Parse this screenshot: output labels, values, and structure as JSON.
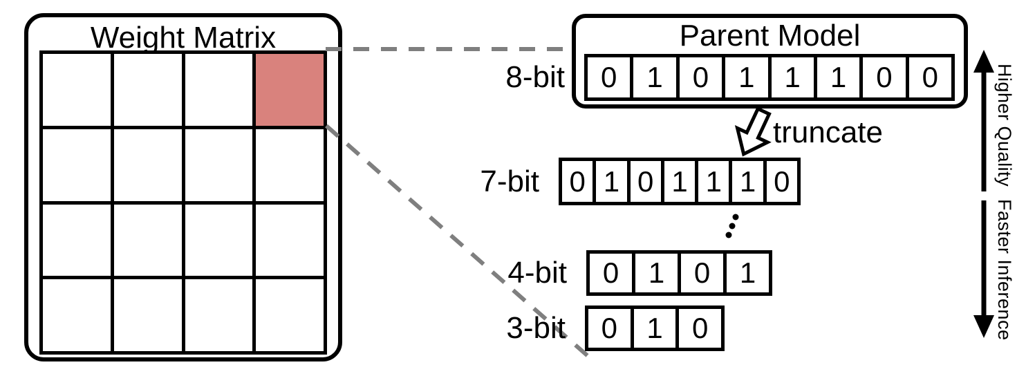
{
  "weight_matrix": {
    "title": "Weight Matrix",
    "rows": 4,
    "cols": 4,
    "highlighted_cell": {
      "row": 0,
      "col": 3
    },
    "highlight_color": "#d9827d"
  },
  "parent_model": {
    "title": "Parent Model"
  },
  "bit_rows": [
    {
      "label": "8-bit",
      "bits": [
        "0",
        "1",
        "0",
        "1",
        "1",
        "1",
        "0",
        "0"
      ]
    },
    {
      "label": "7-bit",
      "bits": [
        "0",
        "1",
        "0",
        "1",
        "1",
        "1",
        "0"
      ]
    },
    {
      "label": "4-bit",
      "bits": [
        "0",
        "1",
        "0",
        "1"
      ]
    },
    {
      "label": "3-bit",
      "bits": [
        "0",
        "1",
        "0"
      ]
    }
  ],
  "truncate_label": "truncate",
  "axis": {
    "up_label": "Higher Quality",
    "down_label": "Faster Inference"
  },
  "colors": {
    "highlight": "#d9827d",
    "dashed_line": "#7f7f7f",
    "outline": "#000000",
    "background": "#ffffff"
  }
}
